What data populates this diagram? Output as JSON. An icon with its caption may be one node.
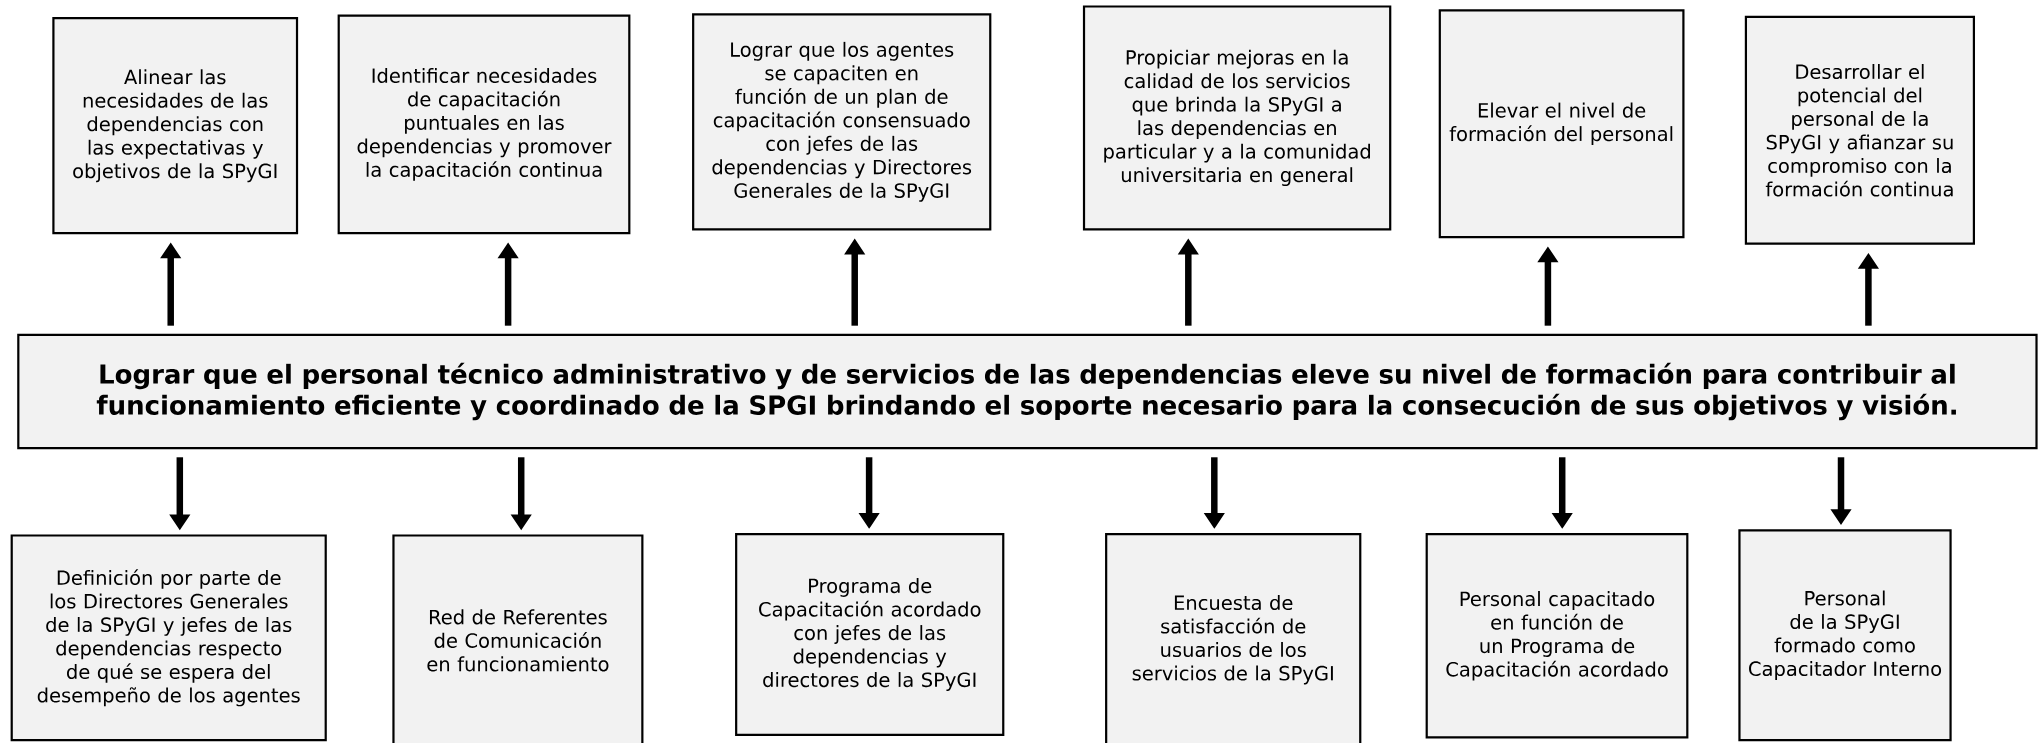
{
  "diagram": {
    "nodes": [
      {
        "text": [
          "Alinear las necesidades de las dependencias con las expectativas y objetivos de la SPyGI"
        ]
      },
      {
        "text": [
          "Identificar necesidades de capacitación puntuales en las dependencias y promover la capacitación continua"
        ]
      },
      {
        "text": [
          "Lograr que los agentes se capaciten en función de un plan de capacitación consensuado  con jefes de las dependencias y Directores Generales de la SPyGI"
        ]
      },
      {
        "text": [
          "Propiciar mejoras en la calidad de los servicios que brinda la SPyGI a las dependencias en particular y a la comunidad universitaria en general"
        ]
      },
      {
        "text": [
          "Elevar el nivel de formación del personal"
        ]
      },
      {
        "text": [
          "Desarrollar el potencial del personal de la SPyGI y afianzar su compromiso con la formación continua"
        ]
      },
      {
        "text": [
          "Lograr que el personal técnico administrativo y de servicios de las dependencias eleve su nivel de formación para contribuir al funcionamiento eficiente y coordinado de la SPGI brindando el soporte necesario para la consecución de sus objetivos y visión."
        ]
      },
      {
        "text": [
          "Definición por parte de los Directores Generales de la SPyGI  y jefes de las dependencias respecto de qué se espera del desempeño de los agentes"
        ]
      },
      {
        "text": [
          "Red de Referentes de Comunicación en funcionamiento"
        ]
      },
      {
        "text": [
          "Programa de Capacitación acordado con jefes de las dependencias y  directores de la SPyGI"
        ]
      },
      {
        "text": [
          "Encuesta de satisfacción de usuarios de los servicios de la SPyGI"
        ]
      },
      {
        "text": [
          "Personal capacitado en función de un Programa de Capacitación acordado"
        ]
      },
      {
        "text": [
          "Personal de la SPyGI formado como Capacitador Interno"
        ]
      }
    ],
    "edges": [
      {
        "from": 6,
        "to": 0,
        "arrow": "to"
      },
      {
        "from": 6,
        "to": 1,
        "arrow": "to"
      },
      {
        "from": 6,
        "to": 2,
        "arrow": "to"
      },
      {
        "from": 6,
        "to": 3,
        "arrow": "to"
      },
      {
        "from": 6,
        "to": 4,
        "arrow": "to"
      },
      {
        "from": 6,
        "to": 5,
        "arrow": "to"
      },
      {
        "from": 6,
        "to": 7,
        "arrow": "to"
      },
      {
        "from": 6,
        "to": 8,
        "arrow": "to"
      },
      {
        "from": 6,
        "to": 9,
        "arrow": "to"
      },
      {
        "from": 6,
        "to": 10,
        "arrow": "to"
      },
      {
        "from": 6,
        "to": 11,
        "arrow": "to"
      },
      {
        "from": 6,
        "to": 12,
        "arrow": "to"
      }
    ]
  }
}
